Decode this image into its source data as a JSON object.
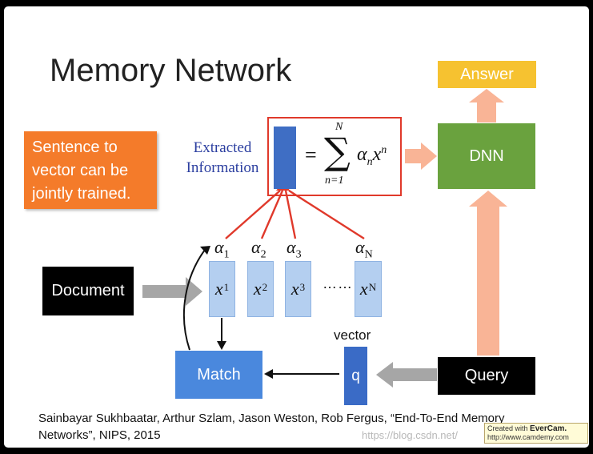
{
  "title": "Memory Network",
  "note": "Sentence to vector can be jointly trained.",
  "boxes": {
    "document": "Document",
    "match": "Match",
    "query": "Query",
    "dnn": "DNN",
    "answer": "Answer",
    "q": "q"
  },
  "extracted": {
    "line1": "Extracted",
    "line2": "Information"
  },
  "formula": {
    "equals": "=",
    "upper": "N",
    "lower": "n=1",
    "term_alpha": "α",
    "term_alpha_sub": "n",
    "term_x": "x",
    "term_x_sup": "n"
  },
  "memory": [
    {
      "alpha": "α",
      "alpha_sub": "1",
      "x": "x",
      "x_sup": "1"
    },
    {
      "alpha": "α",
      "alpha_sub": "2",
      "x": "x",
      "x_sup": "2"
    },
    {
      "alpha": "α",
      "alpha_sub": "3",
      "x": "x",
      "x_sup": "3"
    },
    {
      "alpha": "α",
      "alpha_sub": "N",
      "x": "x",
      "x_sup": "N"
    }
  ],
  "dots": "……",
  "vector_label": "vector",
  "citation": {
    "line1": "Sainbayar Sukhbaatar, Arthur Szlam, Jason Weston, Rob Fergus, “End-To-End Memory",
    "line2": "Networks”, NIPS, 2015"
  },
  "watermark": "https://blog.csdn.net/",
  "evercam": {
    "line1_prefix": "Created with ",
    "line1_brand": "EverCam.",
    "line2": "http://www.camdemy.com"
  },
  "colors": {
    "orange": "#f47b2a",
    "green": "#6aa23e",
    "yellow": "#f6c230",
    "blue": "#4a88dd",
    "red": "#e0392b",
    "peach": "#f9b496",
    "grey_arrow": "#a6a6a6"
  }
}
